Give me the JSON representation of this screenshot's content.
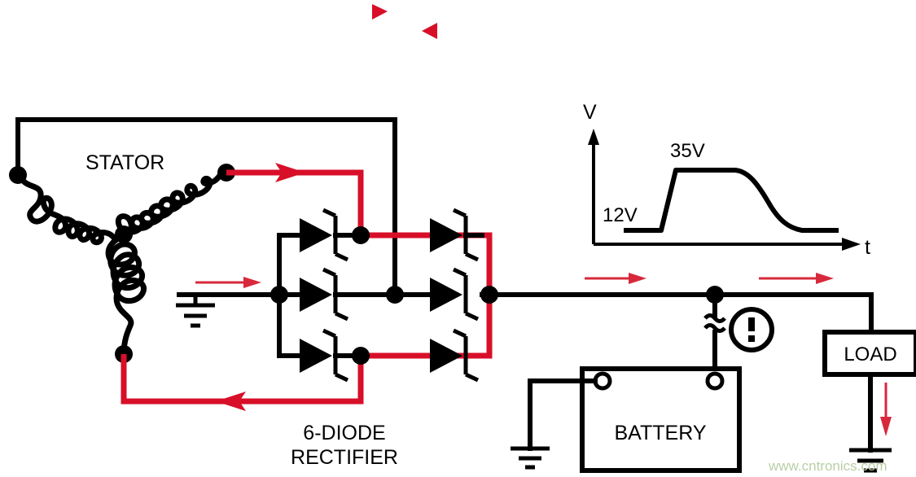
{
  "diagram": {
    "title": "automotive-alternator-load-dump",
    "background_color": "#ffffff",
    "accent_red": "#d80f28",
    "wire_black": "#000000",
    "watermark_color": "#b9cfa5"
  },
  "labels": {
    "stator": "STATOR",
    "rectifier_line1": "6-DIODE",
    "rectifier_line2": "RECTIFIER",
    "battery": "BATTERY",
    "load": "LOAD"
  },
  "waveform": {
    "axis_y": "V",
    "axis_x": "t",
    "level_low": "12V",
    "level_high": "35V"
  },
  "chart_data": {
    "type": "line",
    "title": "",
    "xlabel": "t",
    "ylabel": "V",
    "grid": false,
    "legend": false,
    "annotations": [
      "12V",
      "35V"
    ],
    "x": [
      0,
      1.0,
      1.35,
      2.6,
      3.2,
      3.9,
      4.6,
      5.3,
      6.2,
      7.4
    ],
    "values": [
      12,
      12,
      35,
      35,
      31,
      24,
      18,
      14.5,
      13,
      13
    ],
    "ylim": [
      0,
      42
    ],
    "xlim": [
      0,
      8
    ]
  },
  "icons": {
    "warning": "!",
    "warning_name": "warning-exclamation-icon",
    "break_symbol": "broken-connection-icon",
    "ground_symbol": "ground-icon"
  },
  "markers": {
    "top_right_triangle": "red-triangle-right",
    "top_left_triangle": "red-triangle-left"
  },
  "watermark": {
    "text": "www.cntronics.com"
  },
  "current_arrows": {
    "stator_out": "red-arrow-right",
    "stator_return": "red-arrow-left",
    "neutral_in": "red-arrow-right-thin",
    "output_bus_1": "red-arrow-right-thin",
    "output_bus_2": "red-arrow-right-thin",
    "load_down": "red-arrow-down"
  }
}
